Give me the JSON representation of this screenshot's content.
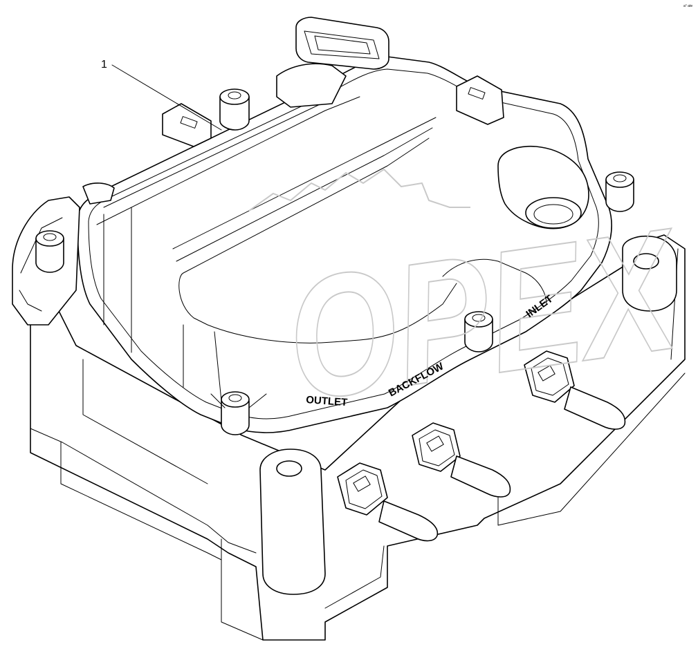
{
  "callouts": [
    {
      "number": "1"
    }
  ],
  "port_labels": {
    "outlet": "OUTLET",
    "backflow": "BACKFLOW",
    "inlet": "INLET"
  },
  "watermark": {
    "text": "OPEX"
  },
  "corner_mark": "a° ate"
}
